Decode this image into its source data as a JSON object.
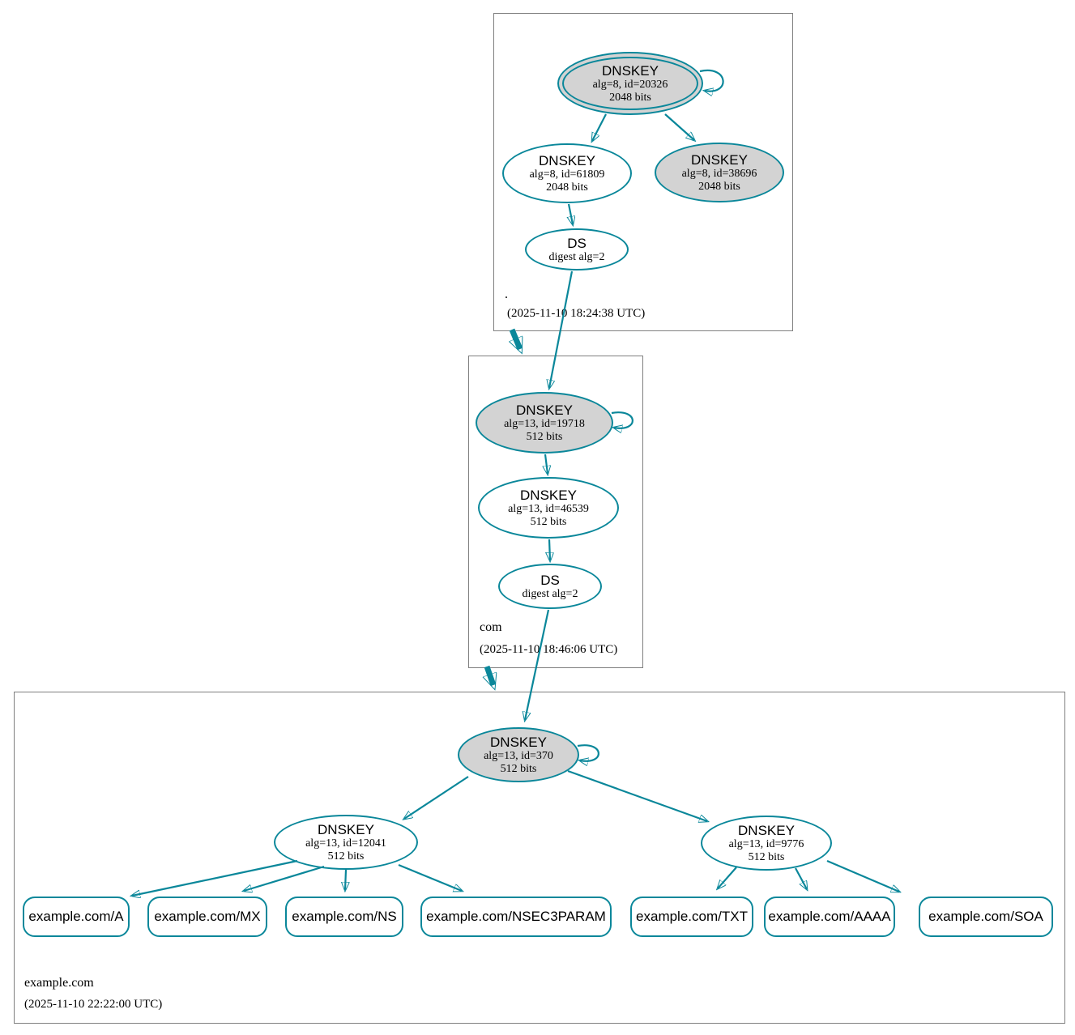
{
  "colors": {
    "secure_teal": "#0a879a",
    "ksk_fill": "#d3d3d3",
    "node_fill": "#ffffff",
    "zone_box_border": "#7f7f7f"
  },
  "zones": [
    {
      "name": ".",
      "timestamp": "(2025-11-10 18:24:38 UTC)",
      "nodes": {
        "ksk": {
          "title": "DNSKEY",
          "detail": "alg=8, id=20326",
          "bits": "2048 bits"
        },
        "zsk": {
          "title": "DNSKEY",
          "detail": "alg=8, id=61809",
          "bits": "2048 bits"
        },
        "ksk2": {
          "title": "DNSKEY",
          "detail": "alg=8, id=38696",
          "bits": "2048 bits"
        },
        "ds": {
          "title": "DS",
          "detail": "digest alg=2"
        }
      }
    },
    {
      "name": "com",
      "timestamp": "(2025-11-10 18:46:06 UTC)",
      "nodes": {
        "ksk": {
          "title": "DNSKEY",
          "detail": "alg=13, id=19718",
          "bits": "512 bits"
        },
        "zsk": {
          "title": "DNSKEY",
          "detail": "alg=13, id=46539",
          "bits": "512 bits"
        },
        "ds": {
          "title": "DS",
          "detail": "digest alg=2"
        }
      }
    },
    {
      "name": "example.com",
      "timestamp": "(2025-11-10 22:22:00 UTC)",
      "nodes": {
        "ksk": {
          "title": "DNSKEY",
          "detail": "alg=13, id=370",
          "bits": "512 bits"
        },
        "zsk1": {
          "title": "DNSKEY",
          "detail": "alg=13, id=12041",
          "bits": "512 bits"
        },
        "zsk2": {
          "title": "DNSKEY",
          "detail": "alg=13, id=9776",
          "bits": "512 bits"
        }
      },
      "rrsets": [
        {
          "label": "example.com/A"
        },
        {
          "label": "example.com/MX"
        },
        {
          "label": "example.com/NS"
        },
        {
          "label": "example.com/NSEC3PARAM"
        },
        {
          "label": "example.com/TXT"
        },
        {
          "label": "example.com/AAAA"
        },
        {
          "label": "example.com/SOA"
        }
      ]
    }
  ]
}
